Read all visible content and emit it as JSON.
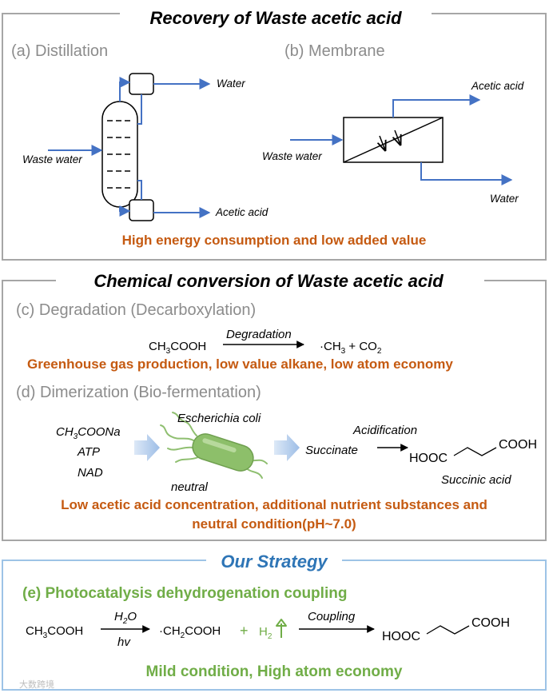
{
  "section1": {
    "title": "Recovery of Waste acetic acid",
    "a_label": "(a) Distillation",
    "b_label": "(b) Membrane",
    "distillation": {
      "input": "Waste water",
      "top_output": "Water",
      "bottom_output": "Acetic acid"
    },
    "membrane": {
      "input": "Waste water",
      "top_output": "Acetic acid",
      "bottom_output": "Water"
    },
    "conclusion": "High energy consumption and low added value"
  },
  "section2": {
    "title": "Chemical conversion of Waste acetic acid",
    "c_label": "(c) Degradation (Decarboxylation)",
    "c_reactant": "CH3COOH",
    "c_arrow_label": "Degradation",
    "c_products": "·CH3 + CO2",
    "c_conclusion": "Greenhouse gas production, low value alkane, low atom economy",
    "d_label": "(d) Dimerization (Bio-fermentation)",
    "d_inputs": [
      "CH3COONa",
      "ATP",
      "NAD"
    ],
    "d_organism": "Escherichia coli",
    "d_condition": "neutral",
    "d_intermediate": "Succinate",
    "d_arrow_label": "Acidification",
    "d_product_left": "HOOC",
    "d_product_right": "COOH",
    "d_product_name": "Succinic acid",
    "d_conclusion_line1": "Low acetic acid concentration, additional nutrient substances and",
    "d_conclusion_line2": "neutral condition(pH~7.0)"
  },
  "section3": {
    "title": "Our Strategy",
    "e_label": "(e) Photocatalysis dehydrogenation coupling",
    "reactant": "CH3COOH",
    "arrow_top": "H2O",
    "arrow_bottom": "hv",
    "intermediate": "·CH2COOH",
    "plus": "+",
    "byproduct": "H2",
    "arrow2_label": "Coupling",
    "product_left": "HOOC",
    "product_right": "COOH",
    "conclusion": "Mild condition, High atom economy"
  },
  "watermark": "大数跨境",
  "colors": {
    "line_blue": "#4472c4",
    "orange": "#c55a11",
    "green": "#70ad47",
    "strategy_blue": "#2e75b6",
    "box_gray": "#a6a6a6",
    "box_blue": "#9dc3e6",
    "bacteria": "#8dbf6a"
  }
}
